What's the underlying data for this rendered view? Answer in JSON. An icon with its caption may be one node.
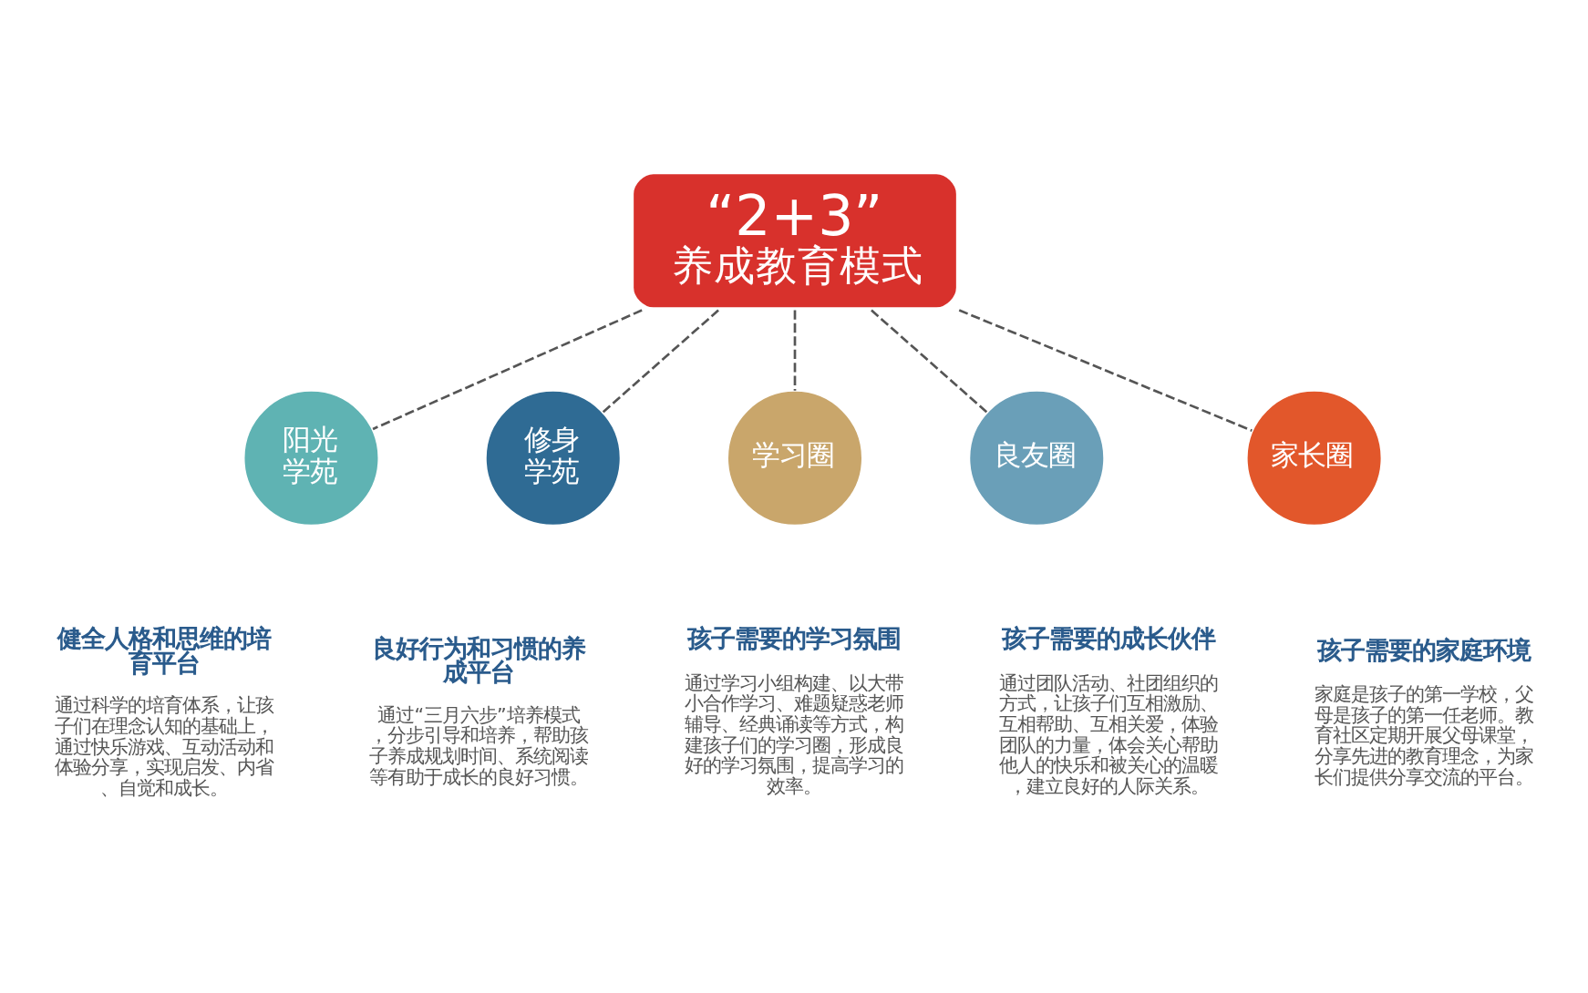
{
  "diagram": {
    "nodes": [
      {
        "text": [
          "“2+3”",
          "养成教育模式"
        ]
      },
      {
        "text": [
          "阳光学苑"
        ],
        "beside": [
          "健全人格和思维的培育平台",
          "通过科学的培育体系，让孩子们在理念认知的基础上，通过快乐游戏、互动活动和体验分享，实现启发、内省、自觉和成长。"
        ]
      },
      {
        "text": [
          "修身学苑"
        ],
        "beside": [
          "良好行为和习惯的养成平台",
          "通过“三月六步”培养模式，分步引导和培养，帮助孩子养成规划时间、系统阅读等有助于成长的良好习惯。"
        ]
      },
      {
        "text": [
          "学习圈"
        ],
        "beside": [
          "孩子需要的学习氛围",
          "通过学习小组构建、以大带小合作学习、难题疑惑老师辅导、经典诵读等方式，构建孩子们的学习圈，形成良好的学习氛围，提高学习的效率。"
        ]
      },
      {
        "text": [
          "良友圈"
        ],
        "beside": [
          "孩子需要的成长伙伴",
          "通过团队活动、社团组织的方式，让孩子们互相激励、互相帮助、互相关爱，体验团队的力量，体会关心帮助他人的快乐和被关心的温暖，建立良好的人际关系。"
        ]
      },
      {
        "text": [
          "家长圈"
        ],
        "beside": [
          "孩子需要的家庭环境",
          "家庭是孩子的第一学校，父母是孩子的第一任老师。教育社区定期开展父母课堂，分享先进的教育理念，为家长们提供分享交流的平台。"
        ]
      }
    ],
    "edges": [
      {
        "from": 0,
        "to": 1,
        "arrow": "none",
        "style": "dashed"
      },
      {
        "from": 0,
        "to": 2,
        "arrow": "none",
        "style": "dashed"
      },
      {
        "from": 0,
        "to": 3,
        "arrow": "none",
        "style": "dashed"
      },
      {
        "from": 0,
        "to": 4,
        "arrow": "none",
        "style": "dashed"
      },
      {
        "from": 0,
        "to": 5,
        "arrow": "none",
        "style": "dashed"
      }
    ]
  }
}
